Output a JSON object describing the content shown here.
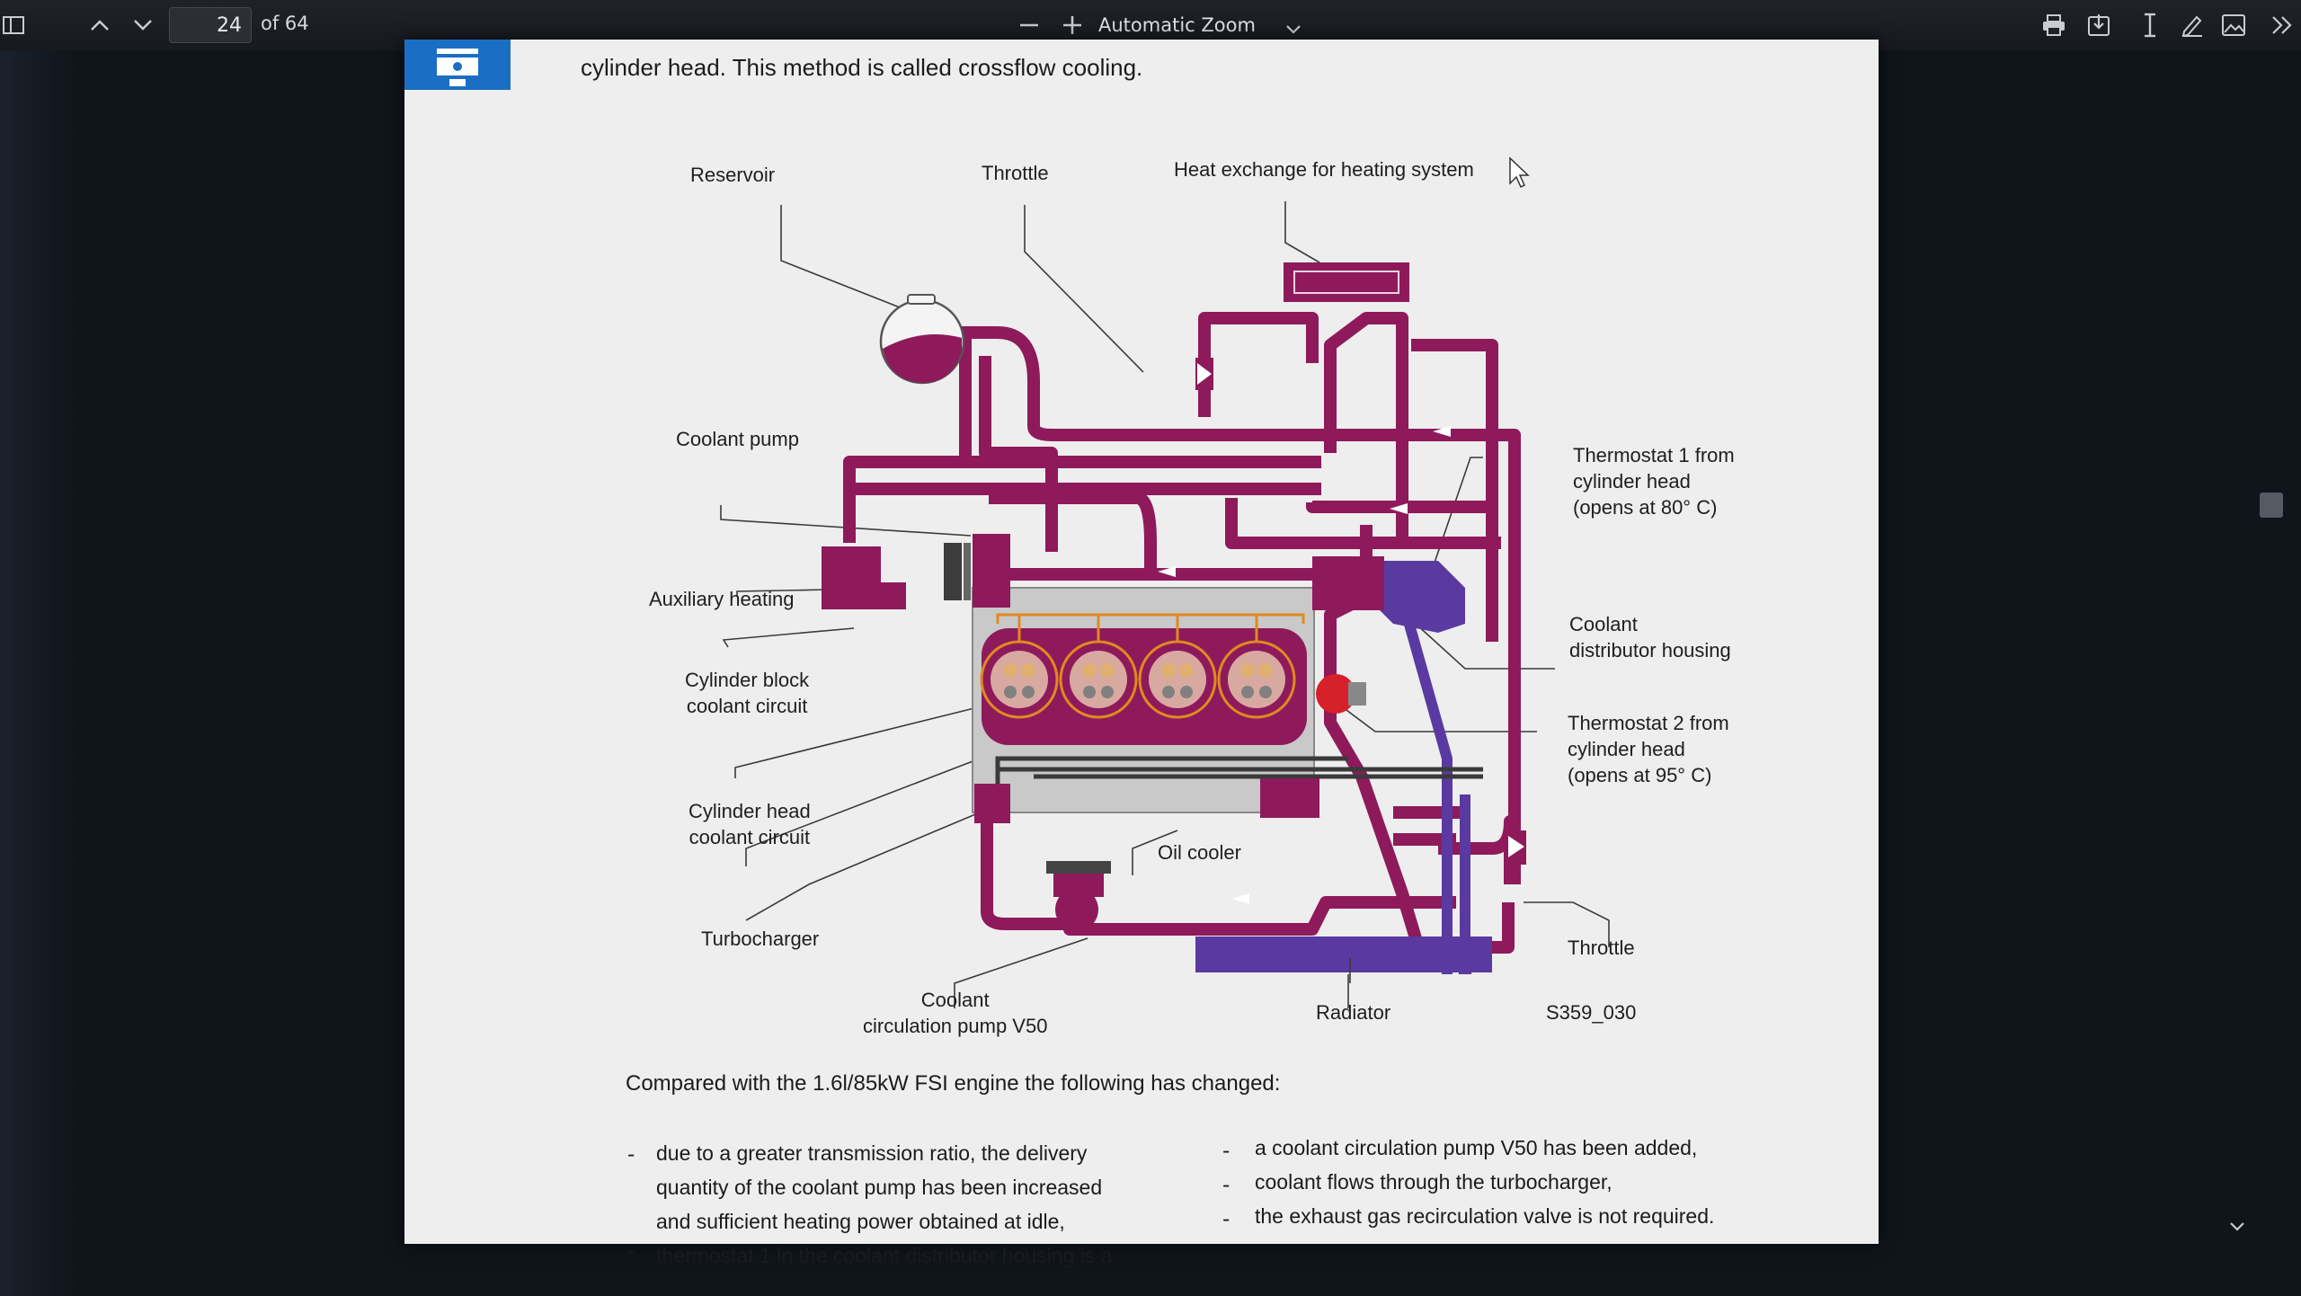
{
  "toolbar": {
    "page_number": "24",
    "page_of": "of 64",
    "zoom_label": "Automatic Zoom",
    "icons": [
      "sidebar-toggle-icon",
      "chevron-up-icon",
      "chevron-down-icon",
      "zoom-out-icon",
      "zoom-in-icon",
      "chevron-down-icon",
      "print-icon",
      "download-icon",
      "text-cursor-icon",
      "pen-icon",
      "image-icon",
      "double-chevron-right-icon"
    ]
  },
  "page": {
    "intro": "cylinder head. This method is called crossflow cooling.",
    "compared": "Compared with the 1.6l/85kW FSI engine the following has changed:",
    "bullets_left": [
      "due to a greater transmission ratio, the delivery",
      "quantity of the coolant pump has been increased",
      "and sufficient heating power obtained at idle,",
      "thermostat 1 in the coolant distributor housing is a"
    ],
    "bullets_right": [
      "a coolant circulation pump V50 has been added,",
      "coolant flows through the turbocharger,",
      "the exhaust gas recirculation valve is not required."
    ]
  },
  "diagram": {
    "labels": {
      "reservoir": "Reservoir",
      "throttle_top": "Throttle",
      "heat_exchange": "Heat exchange for heating system",
      "coolant_pump": "Coolant pump",
      "thermostat1_l1": "Thermostat 1 from",
      "thermostat1_l2": "cylinder head",
      "thermostat1_l3": "(opens at 80° C)",
      "auxiliary_heating": "Auxiliary heating",
      "distributor_l1": "Coolant",
      "distributor_l2": "distributor housing",
      "block_l1": "Cylinder block",
      "block_l2": "coolant circuit",
      "thermostat2_l1": "Thermostat 2 from",
      "thermostat2_l2": "cylinder head",
      "thermostat2_l3": "(opens at 95° C)",
      "head_l1": "Cylinder head",
      "head_l2": "coolant circuit",
      "oil_cooler": "Oil cooler",
      "turbocharger": "Turbocharger",
      "throttle_bottom": "Throttle",
      "v50_l1": "Coolant",
      "v50_l2": "circulation pump V50",
      "radiator": "Radiator",
      "figure_id": "S359_030"
    },
    "colors": {
      "hot": "#8e1a5c",
      "cool": "#5a3aa0",
      "orange": "#e08a1e",
      "red": "#d6202a",
      "grey": "#c8c8c8"
    }
  }
}
